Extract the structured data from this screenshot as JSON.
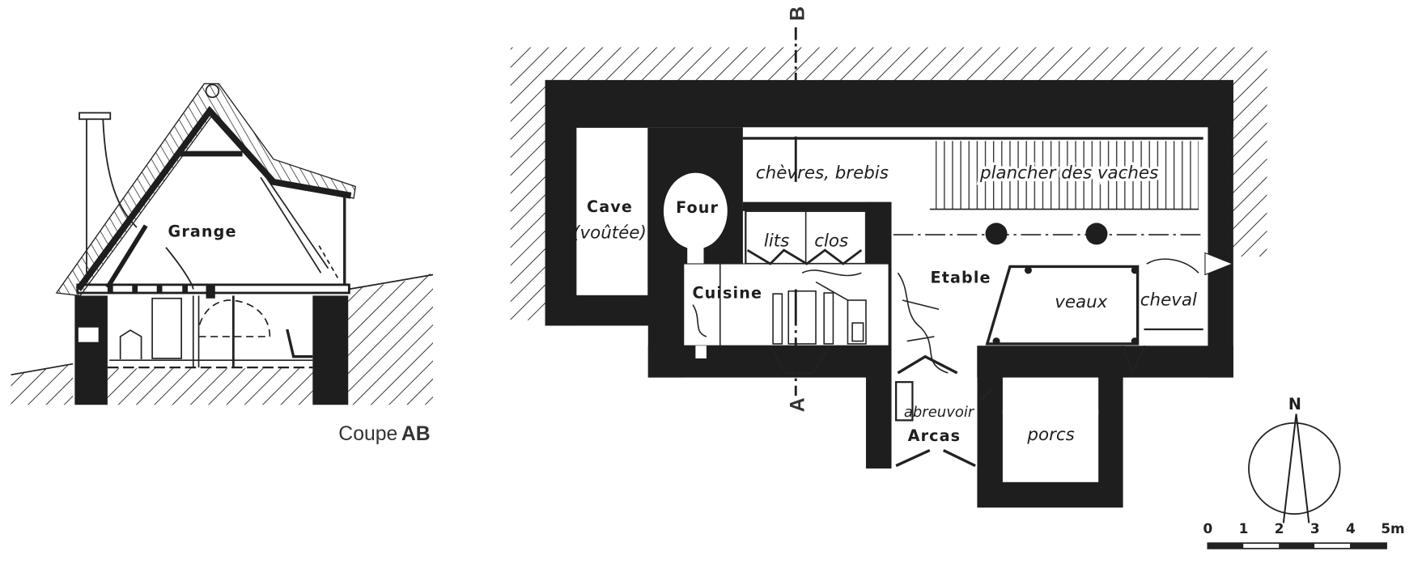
{
  "section": {
    "room_label": "Grange",
    "caption_prefix": "Coupe",
    "caption_bold": "AB"
  },
  "plan": {
    "section_markers": {
      "a": "A",
      "b": "B"
    },
    "rooms": {
      "cave_1": "Cave",
      "cave_2": "(voûtée)",
      "four": "Four",
      "lits": "lits",
      "clos": "clos",
      "cuisine": "Cuisine",
      "chevres": "chèvres, brebis",
      "plancher": "plancher des vaches",
      "etable": "Etable",
      "veaux": "veaux",
      "cheval": "cheval",
      "abreuvoir": "abreuvoir",
      "arcas": "Arcas",
      "porcs": "porcs"
    }
  },
  "compass": {
    "north": "N"
  },
  "scale_bar": {
    "ticks": [
      "0",
      "1",
      "2",
      "3",
      "4",
      "5m"
    ]
  },
  "colors": {
    "ink": "#1e1e1e",
    "paper": "#ffffff"
  }
}
